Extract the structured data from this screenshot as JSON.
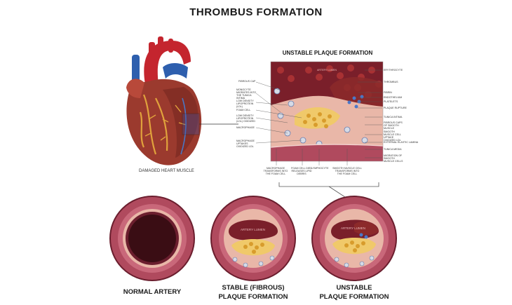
{
  "title": "THROMBUS FORMATION",
  "subtitle": "UNSTABLE PLAQUE FORMATION",
  "heart_caption": "DAMAGED HEART MUSCLE",
  "lumen_label": "ARTERY LUMEN",
  "left_labels": [
    "FIBROUS CAP",
    "MONOCYTE MIGRATES INTO THE TUNICA INTIMA",
    "LOW DENSITY LIPOPROTEIN (LDL)",
    "FOAM CELL",
    "LOW DENSITY LIPOPROTEIN (LDL) OXIDIZED",
    "MACROPHAGE",
    "MACROPHAGE UPTAKES OXIDIZED LDL"
  ],
  "right_labels": [
    "ERYTHROCYTE",
    "THROMBUS",
    "FIBRIN",
    "ENDOTHELIUM",
    "PLATELETS",
    "PLAQUE RUPTURE",
    "TUNICA INTIMA",
    "FIBROUS CAPS OF SMOOTH MUSCLE",
    "SMOOTH MUSCLE CELL UPTAKE OXIDIZED LDL",
    "EXTERNAL ELASTIC LAMINA",
    "TUNICA MEDIA",
    "MIGRATION OF SMOOTH MUSCLE CELLS"
  ],
  "bottom_labels": [
    "MACROPHAGE TRANSFORMS INTO THE FOAM CELL",
    "FOAM CELL DIED RELEASES LIPID DEBRIS",
    "LYMPHOCYTE",
    "SMOOTH MUSCLE CELL TRANSFORMS INTO THE FOAM CELL"
  ],
  "arteries": [
    {
      "line1": "NORMAL ARTERY",
      "line2": ""
    },
    {
      "line1": "STABLE (FIBROUS)",
      "line2": "PLAQUE FORMATION",
      "lumen": "ARTERY LUMEN"
    },
    {
      "line1": "UNSTABLE",
      "line2": "PLAQUE FORMATION",
      "lumen": "ARTERY LUMEN"
    }
  ],
  "colors": {
    "wall": "#b04a5e",
    "wall_dark": "#6b1e2e",
    "intima": "#e9b7a8",
    "plaque": "#f0c96a",
    "thrombus": "#8c2a2a",
    "aorta": "#c4252e",
    "vein": "#2e5fae"
  }
}
